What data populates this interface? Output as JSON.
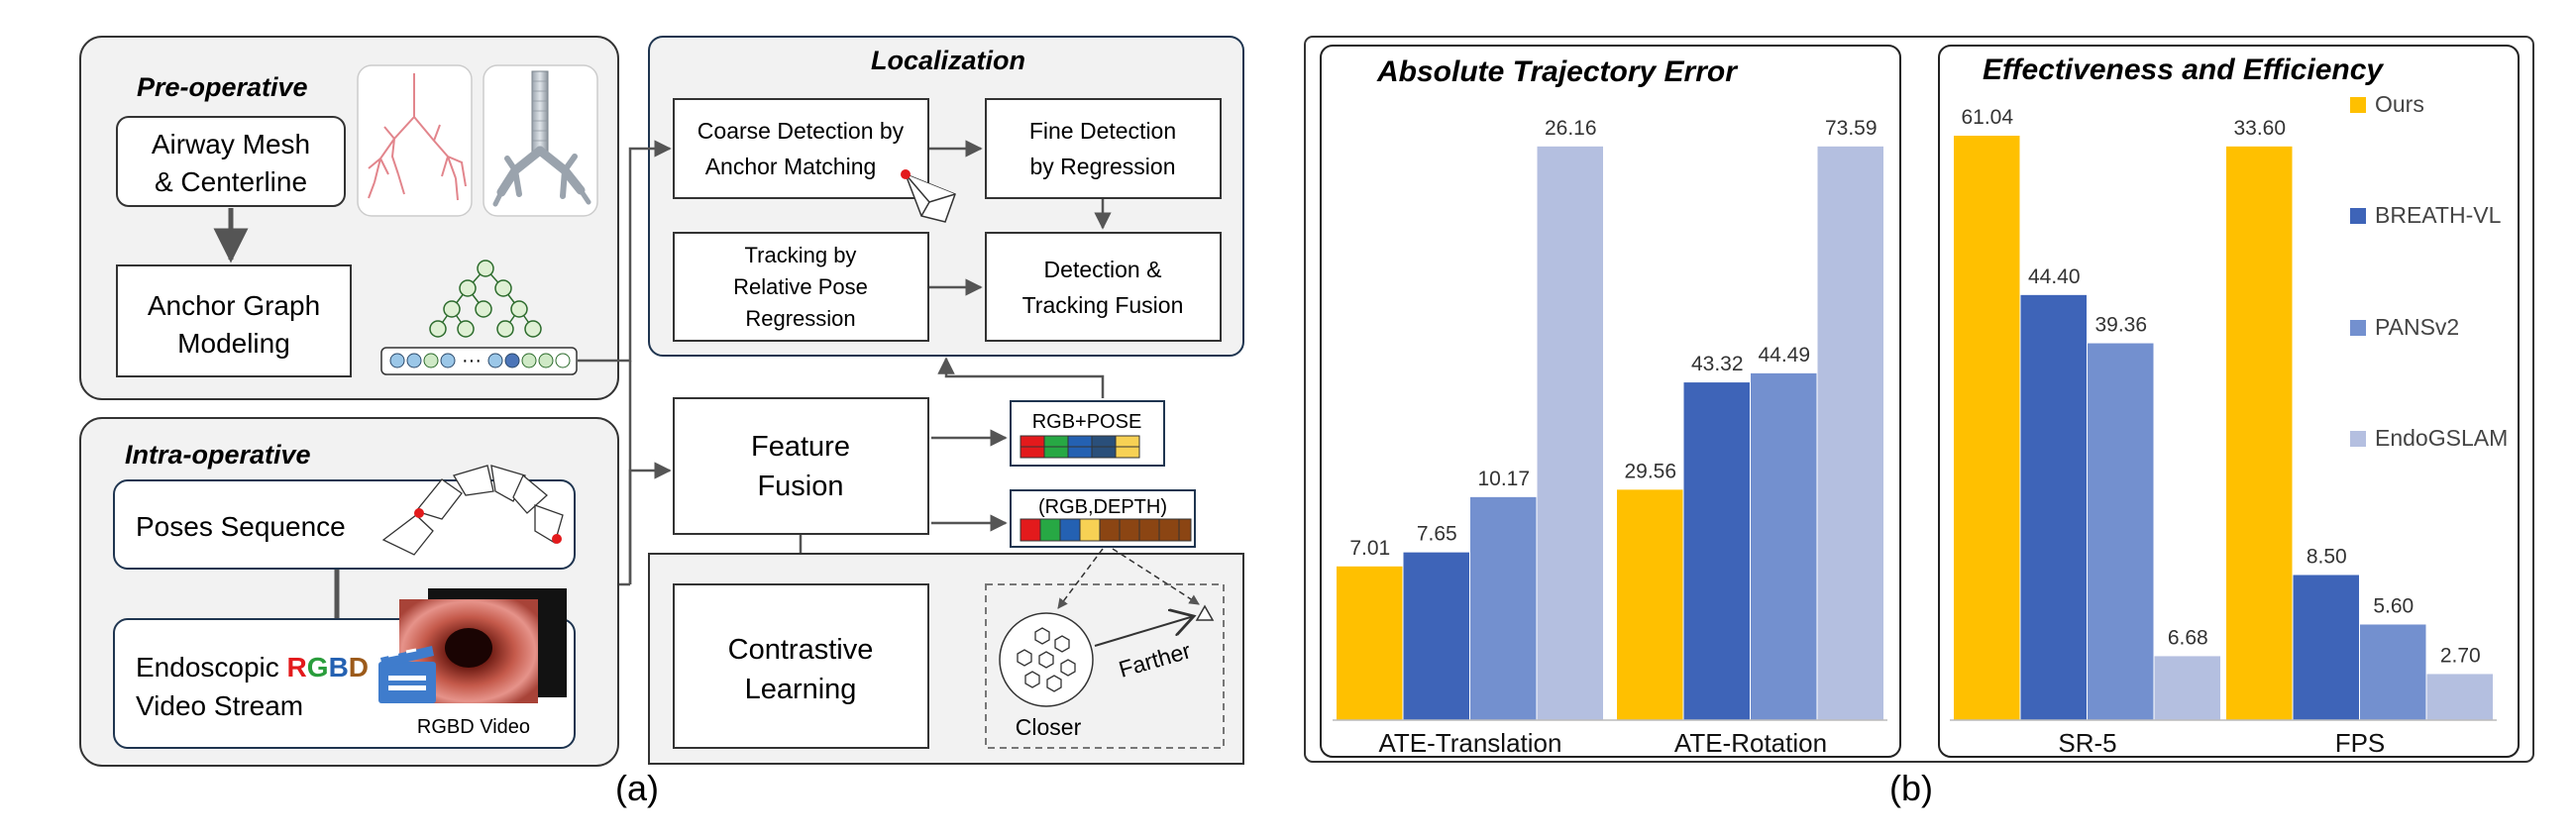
{
  "panel_a": {
    "pre_operative": {
      "title": "Pre-operative",
      "airway_mesh_line1": "Airway Mesh",
      "airway_mesh_line2": "& Centerline",
      "anchor_graph_line1": "Anchor Graph",
      "anchor_graph_line2": "Modeling",
      "sequence_ellipsis": "···"
    },
    "localization": {
      "title": "Localization",
      "coarse_line1": "Coarse Detection by",
      "coarse_line2": "Anchor  Matching",
      "fine_line1": "Fine Detection",
      "fine_line2": "by Regression",
      "tracking_line1": "Tracking by",
      "tracking_line2": "Relative Pose",
      "tracking_line3": "Regression",
      "fusion_line1": "Detection &",
      "fusion_line2": "Tracking Fusion"
    },
    "intra_operative": {
      "title": "Intra-operative",
      "poses_sequence": "Poses Sequence",
      "endoscopic_prefix": "Endoscopic ",
      "letter_r": "R",
      "letter_g": "G",
      "letter_b": "B",
      "letter_d": "D",
      "video_stream": "Video Stream",
      "rgbd_video": "RGBD Video"
    },
    "feature_fusion_line1": "Feature",
    "feature_fusion_line2": "Fusion",
    "rgb_pose": "RGB+POSE",
    "rgb_depth": "(RGB,DEPTH)",
    "contrastive_line1": "Contrastive",
    "contrastive_line2": "Learning",
    "farther": "Farther",
    "closer": "Closer",
    "caption": "(a)"
  },
  "panel_b": {
    "caption": "(b)",
    "legend": [
      {
        "name": "Ours",
        "color": "#FFC000"
      },
      {
        "name": "BREATH-VL",
        "color": "#3E64B8"
      },
      {
        "name": "PANSv2",
        "color": "#7390CF"
      },
      {
        "name": "EndoGSLAM",
        "color": "#B4BFE0"
      }
    ]
  },
  "chart_data": [
    {
      "type": "bar",
      "title": "Absolute Trajectory Error",
      "categories": [
        "ATE-Translation",
        "ATE-Rotation"
      ],
      "series": [
        {
          "name": "Ours",
          "values": [
            7.01,
            29.56
          ]
        },
        {
          "name": "BREATH-VL",
          "values": [
            7.65,
            43.32
          ]
        },
        {
          "name": "PANSv2",
          "values": [
            10.17,
            44.49
          ]
        },
        {
          "name": "EndoGSLAM",
          "values": [
            26.16,
            73.59
          ]
        }
      ],
      "value_labels": [
        [
          "7.01",
          "7.65",
          "10.17",
          "26.16"
        ],
        [
          "29.56",
          "43.32",
          "44.49",
          "73.59"
        ]
      ],
      "legend_position": "none",
      "grid": false
    },
    {
      "type": "bar",
      "title": "Effectiveness and Efficiency",
      "categories": [
        "SR-5",
        "FPS"
      ],
      "series": [
        {
          "name": "Ours",
          "values": [
            61.04,
            33.6
          ]
        },
        {
          "name": "BREATH-VL",
          "values": [
            44.4,
            8.5
          ]
        },
        {
          "name": "PANSv2",
          "values": [
            39.36,
            5.6
          ]
        },
        {
          "name": "EndoGSLAM",
          "values": [
            6.68,
            2.7
          ]
        }
      ],
      "value_labels": [
        [
          "61.04",
          "44.40",
          "39.36",
          "6.68"
        ],
        [
          "33.60",
          "8.50",
          "5.60",
          "2.70"
        ]
      ],
      "legend_position": "right",
      "grid": false
    }
  ]
}
